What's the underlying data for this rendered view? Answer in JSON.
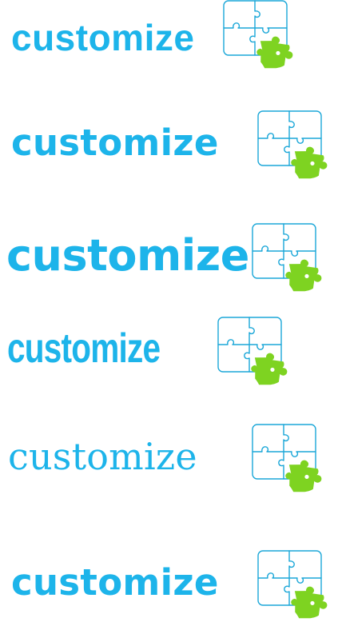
{
  "brand_color": "#1db4ea",
  "puzzle_outline_color": "#1ba7d8",
  "puzzle_piece_color": "#7ed321",
  "icon": "puzzle-pieces-icon",
  "items": [
    {
      "text": "customize"
    },
    {
      "text": "customize"
    },
    {
      "text": "customize"
    },
    {
      "text": "customize"
    },
    {
      "text": "customize"
    },
    {
      "text": "customize"
    }
  ]
}
